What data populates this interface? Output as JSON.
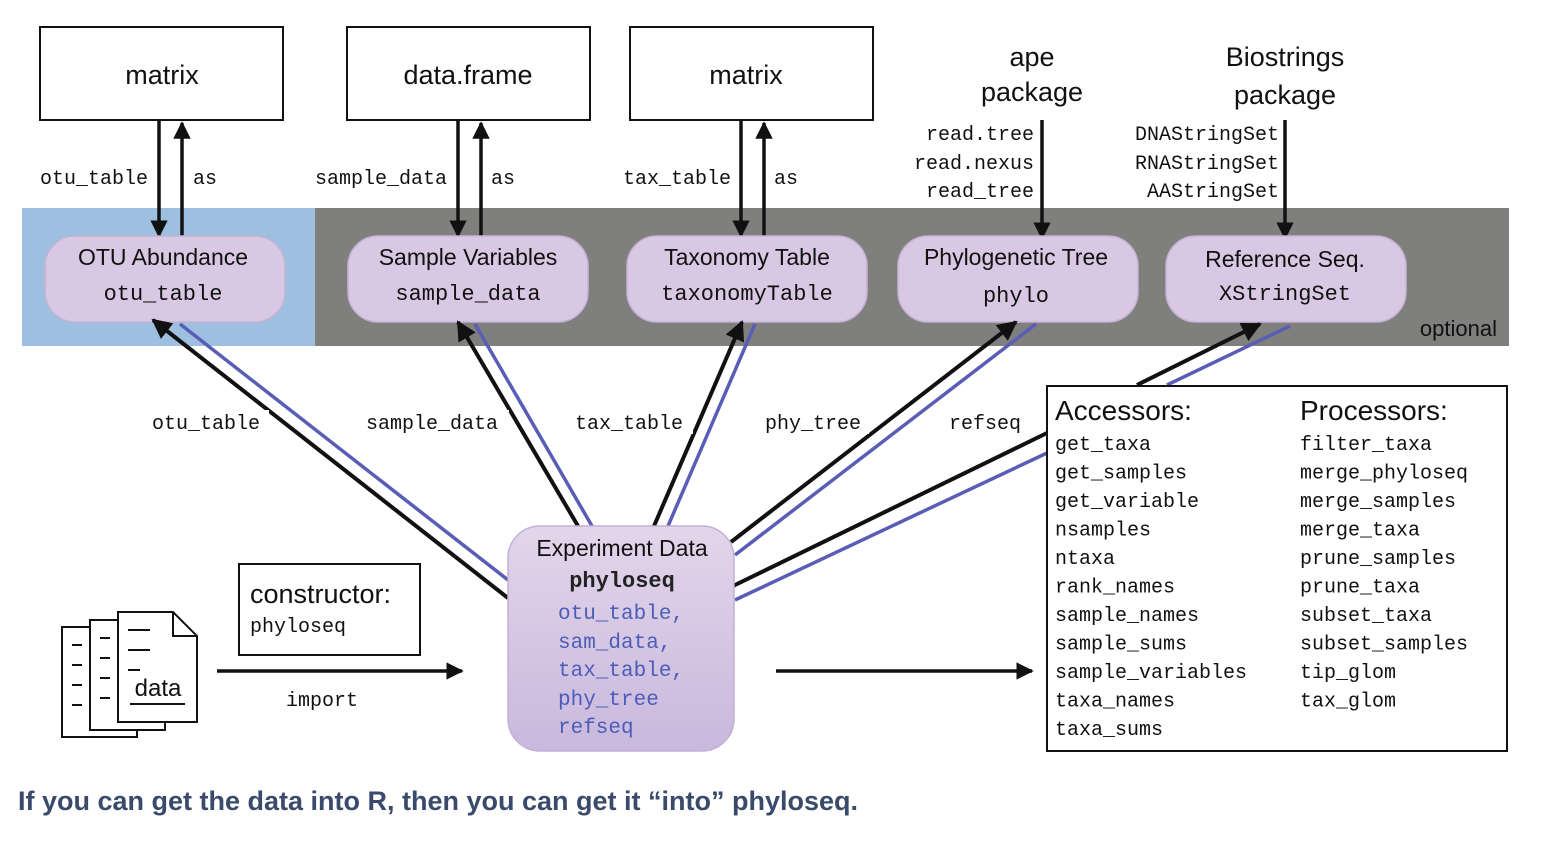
{
  "colors": {
    "otu_band": "#9dbfe0",
    "optional_band": "#7f7f7d",
    "component_fill": "#d9c8e3",
    "experiment_fill_top": "#e3d5ea",
    "experiment_fill_bottom": "#c9b8dd",
    "blue_line": "#5a5db5",
    "accent_text": "#4a5db8",
    "caption_text": "#3a4a6b"
  },
  "sources": {
    "matrix_otu": "matrix",
    "data_frame": "data.frame",
    "matrix_tax": "matrix",
    "ape_package": [
      "ape",
      "package"
    ],
    "biostrings_package": [
      "Biostrings",
      "package"
    ]
  },
  "source_labels": {
    "otu_left": "otu_table",
    "otu_right": "as",
    "sample_left": "sample_data",
    "sample_right": "as",
    "tax_left": "tax_table",
    "tax_right": "as",
    "ape_functions": [
      "read.tree",
      "read.nexus",
      "read_tree"
    ],
    "biostrings_classes": [
      "DNAStringSet",
      "RNAStringSet",
      "AAStringSet"
    ]
  },
  "components": {
    "otu": {
      "title": "OTU Abundance",
      "cls": "otu_table"
    },
    "sample": {
      "title": "Sample Variables",
      "cls": "sample_data"
    },
    "taxonomy": {
      "title": "Taxonomy Table",
      "cls": "taxonomyTable"
    },
    "tree": {
      "title": "Phylogenetic Tree",
      "cls": "phylo"
    },
    "refseq": {
      "title": "Reference Seq.",
      "cls": "XStringSet"
    }
  },
  "optional_label": "optional",
  "connector_labels": {
    "otu": "otu_table",
    "sample": "sample_data",
    "tax": "tax_table",
    "tree": "phy_tree",
    "refseq": "refseq"
  },
  "experiment": {
    "title": "Experiment Data",
    "cls": "phyloseq",
    "slots": [
      "otu_table,",
      "sam_data,",
      "tax_table,",
      "phy_tree",
      "refseq"
    ]
  },
  "constructor": {
    "title": "constructor:",
    "fn": "phyloseq"
  },
  "data_icon_label": "data",
  "import_label": "import",
  "accessors": {
    "title": "Accessors:",
    "items": [
      "get_taxa",
      "get_samples",
      "get_variable",
      "nsamples",
      "ntaxa",
      "rank_names",
      "sample_names",
      "sample_sums",
      "sample_variables",
      "taxa_names",
      "taxa_sums"
    ]
  },
  "processors": {
    "title": "Processors:",
    "items": [
      "filter_taxa",
      "merge_phyloseq",
      "merge_samples",
      "merge_taxa",
      "prune_samples",
      "prune_taxa",
      "subset_taxa",
      "subset_samples",
      "tip_glom",
      "tax_glom"
    ]
  },
  "caption": "If you can get the data into R, then you can get it “into” phyloseq."
}
